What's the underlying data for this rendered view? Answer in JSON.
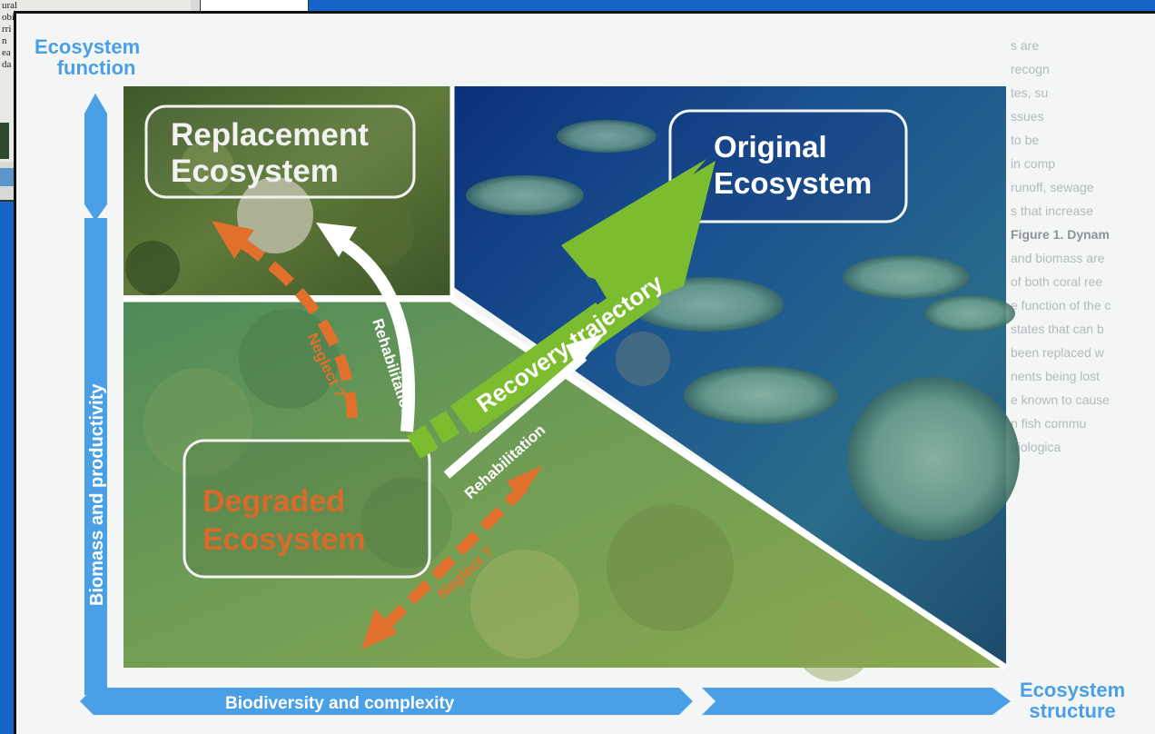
{
  "y_axis": {
    "title_line1": "Ecosystem",
    "title_line2": "function",
    "bar_label": "Biomass and productivity"
  },
  "x_axis": {
    "title_line1": "Ecosystem",
    "title_line2": "structure",
    "bar_label": "Biodiversity and complexity"
  },
  "boxes": {
    "replacement": {
      "line1": "Replacement",
      "line2": "Ecosystem"
    },
    "original": {
      "line1": "Original",
      "line2": "Ecosystem"
    },
    "degraded": {
      "line1": "Degraded",
      "line2": "Ecosystem"
    }
  },
  "arrows": {
    "recovery": "Recovery trajectory",
    "rehab_up": "Rehabilitation",
    "rehab_right": "Rehabilitation",
    "neglect_up": "Neglect ?",
    "neglect_down": "Neglect ?"
  },
  "colors": {
    "axis_blue": "#4aa0e6",
    "recovery_green": "#7bbd2f",
    "neglect_orange": "#e0702c",
    "degraded_text": "#d96a2a",
    "background_blue": "#1565c8"
  },
  "doc_fragment_text": [
    "ural",
    "obi",
    "rri",
    "n",
    "ea",
    "da"
  ],
  "side_text": [
    "s are",
    "recogn",
    "tes, su",
    "ssues",
    "to be",
    "in comp",
    "runoff, sewage",
    "s that increase",
    "Figure 1. Dynam",
    "and biomass are",
    "of both coral ree",
    "e function of the c",
    "states that can b",
    "been replaced w",
    "nents being lost",
    "e known to cause",
    "n fish commu",
    "biologica"
  ]
}
